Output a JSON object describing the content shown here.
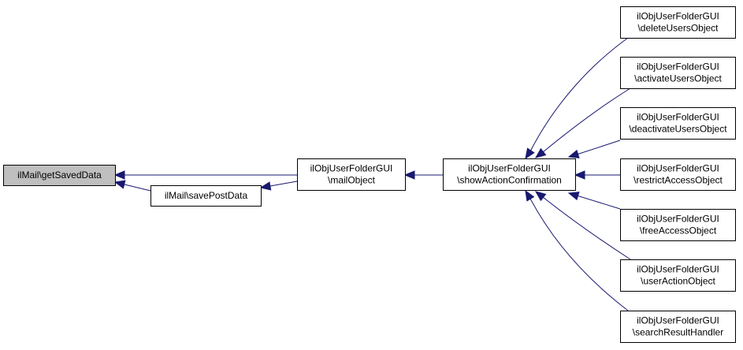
{
  "graph": {
    "nodes": {
      "getSavedData": {
        "lines": [
          "ilMail\\getSavedData"
        ],
        "highlight": true
      },
      "savePostData": {
        "lines": [
          "ilMail\\savePostData"
        ]
      },
      "mailObject": {
        "lines": [
          "ilObjUserFolderGUI",
          "\\mailObject"
        ]
      },
      "showActionConfirmation": {
        "lines": [
          "ilObjUserFolderGUI",
          "\\showActionConfirmation"
        ]
      },
      "deleteUsersObject": {
        "lines": [
          "ilObjUserFolderGUI",
          "\\deleteUsersObject"
        ]
      },
      "activateUsersObject": {
        "lines": [
          "ilObjUserFolderGUI",
          "\\activateUsersObject"
        ]
      },
      "deactivateUsersObject": {
        "lines": [
          "ilObjUserFolderGUI",
          "\\deactivateUsersObject"
        ]
      },
      "restrictAccessObject": {
        "lines": [
          "ilObjUserFolderGUI",
          "\\restrictAccessObject"
        ]
      },
      "freeAccessObject": {
        "lines": [
          "ilObjUserFolderGUI",
          "\\freeAccessObject"
        ]
      },
      "userActionObject": {
        "lines": [
          "ilObjUserFolderGUI",
          "\\userActionObject"
        ]
      },
      "searchResultHandler": {
        "lines": [
          "ilObjUserFolderGUI",
          "\\searchResultHandler"
        ]
      }
    },
    "edges": [
      {
        "from": "mailObject",
        "to": "getSavedData"
      },
      {
        "from": "savePostData",
        "to": "getSavedData"
      },
      {
        "from": "mailObject",
        "to": "savePostData"
      },
      {
        "from": "showActionConfirmation",
        "to": "mailObject"
      },
      {
        "from": "deleteUsersObject",
        "to": "showActionConfirmation"
      },
      {
        "from": "activateUsersObject",
        "to": "showActionConfirmation"
      },
      {
        "from": "deactivateUsersObject",
        "to": "showActionConfirmation"
      },
      {
        "from": "restrictAccessObject",
        "to": "showActionConfirmation"
      },
      {
        "from": "freeAccessObject",
        "to": "showActionConfirmation"
      },
      {
        "from": "userActionObject",
        "to": "showActionConfirmation"
      },
      {
        "from": "searchResultHandler",
        "to": "showActionConfirmation"
      }
    ],
    "colors": {
      "edge": "#191970",
      "highlight_fill": "#bfbfbf",
      "node_border": "#000000"
    }
  }
}
